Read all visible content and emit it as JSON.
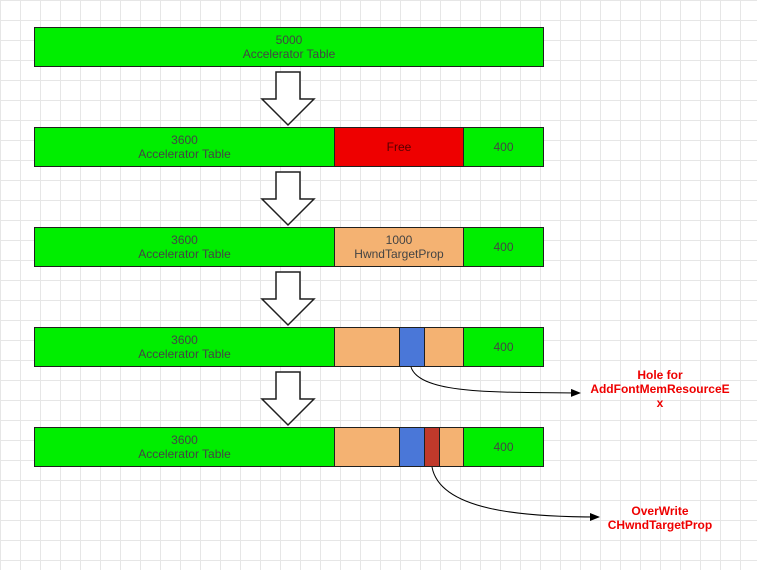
{
  "rows": [
    {
      "table": {
        "size": "5000",
        "label": "Accelerator Table"
      }
    },
    {
      "table": {
        "size": "3600",
        "label": "Accelerator Table"
      },
      "middle": {
        "label": "Free"
      },
      "right": {
        "size": "400"
      }
    },
    {
      "table": {
        "size": "3600",
        "label": "Accelerator Table"
      },
      "middle": {
        "size": "1000",
        "label": "HwndTargetProp"
      },
      "right": {
        "size": "400"
      }
    },
    {
      "table": {
        "size": "3600",
        "label": "Accelerator Table"
      },
      "right": {
        "size": "400"
      }
    },
    {
      "table": {
        "size": "3600",
        "label": "Accelerator Table"
      },
      "right": {
        "size": "400"
      }
    }
  ],
  "annotations": {
    "hole": {
      "line1": "Hole for",
      "line2": "AddFontMemResourceE",
      "line3": "x"
    },
    "overwrite": {
      "line1": "OverWrite",
      "line2": "CHwndTargetProp"
    }
  },
  "colors": {
    "table": "#00ee00",
    "free": "#ee0000",
    "prop": "#f4b272",
    "hole": "#4a77d8",
    "overwrite_block": "#c0392b",
    "annotation_text": "#ee0000"
  }
}
